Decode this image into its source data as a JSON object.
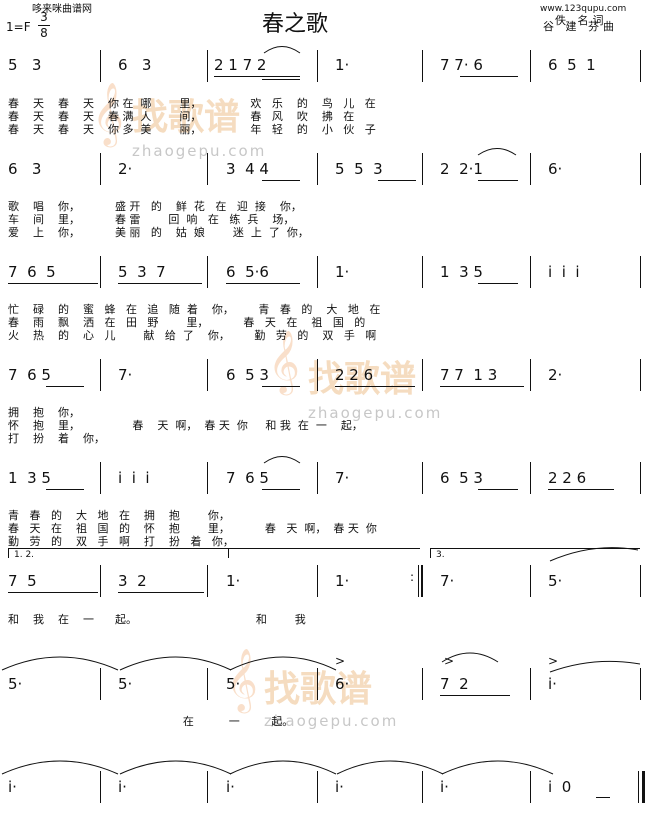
{
  "header": {
    "site": "哆来咪曲谱网",
    "title": "春之歌",
    "key": "1=F",
    "time_num": "3",
    "time_den": "8",
    "credit_top": "www.123qupu.com",
    "credit_lyric_label": "佚  名词",
    "credit_music": "谷 建 芬曲"
  },
  "watermark": {
    "text": "找歌谱",
    "domain": "zhaogepu.com",
    "clef": "𝄞"
  },
  "volta": {
    "first": "1. 2.",
    "second": "3."
  },
  "rows": [
    {
      "notes": [
        "5   3",
        "6   3",
        "2 1 7 2",
        "1·",
        "7 7· 6",
        "6  5  1"
      ],
      "lyrics": [
        "春    天    春    天    你 在  哪        里，              欢   乐    的    鸟   儿   在",
        "春    天    春    天    春 满  人        间，              春   风    吹    拂   在",
        "春    天    春    天    你 多  美        丽，              年   轻    的    小   伙   子"
      ]
    },
    {
      "notes": [
        "6   3",
        "2·",
        "3  4 4",
        "5  5  3",
        "2  2·1",
        "6·"
      ],
      "lyrics": [
        "歌    唱    你，          盛 开   的    鲜  花   在   迎  接    你，",
        "车    间    里，          春 雷        回  响   在   练  兵    场，",
        "爱    上    你，          美 丽   的    姑  娘        迷  上  了  你，"
      ]
    },
    {
      "notes": [
        "7  6  5",
        "5  3  7",
        "6  5·6",
        "1·",
        "1  3 5",
        "i  i  i"
      ],
      "lyrics": [
        "忙    碌    的    蜜   蜂   在   追   随  着    你，       青   春   的    大   地   在",
        "春    雨    飘    洒   在   田   野        里，          春   天   在    祖   国   的",
        "火    热    的    心   儿        献   给  了    你，       勤   劳   的    双   手   啊"
      ]
    },
    {
      "notes": [
        "7  6 5",
        "7·",
        "6  5 3",
        "2 2 6",
        "7 7  1 3",
        "2·"
      ],
      "lyrics": [
        "拥    抱    你，",
        "怀    抱    里，               春    天  啊，  春 天  你     和 我  在  一    起，",
        "打    扮    着    你，"
      ]
    },
    {
      "notes": [
        "1  3 5",
        "i  i  i",
        "7  6 5",
        "7·",
        "6  5 3",
        "2 2 6"
      ],
      "lyrics": [
        "青   春   的    大   地   在    拥    抱        你，",
        "春   天   在    祖   国   的    怀    抱        里，          春   天  啊，  春 天  你",
        "勤   劳   的    双   手   啊    打    扮   着   你，"
      ]
    },
    {
      "notes": [
        "7  5",
        "3  2",
        "1·",
        "1·",
        "7·",
        "5·"
      ],
      "lyrics": [
        "和    我    在    一      起。                                  和        我"
      ]
    },
    {
      "notes": [
        "5·",
        "5·",
        "5·",
        "6·",
        "7  2",
        "i·"
      ],
      "lyrics": [
        "                                                  在          一         起。"
      ]
    },
    {
      "notes": [
        "i·",
        "i·",
        "i·",
        "i·",
        "i·",
        "i  0"
      ],
      "lyrics": []
    }
  ]
}
